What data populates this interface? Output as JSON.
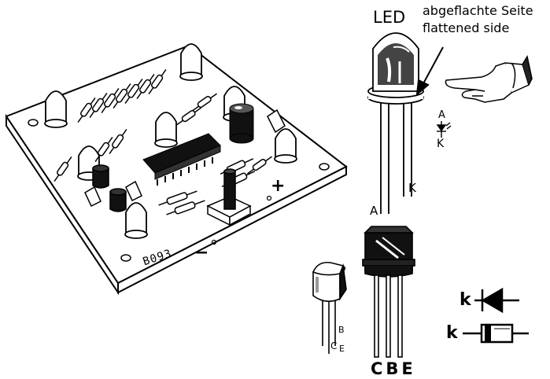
{
  "led": {
    "title": "LED",
    "side_de": "abgeflachte Seite",
    "side_en": "flattened side",
    "pin_a": "A",
    "pin_k": "K"
  },
  "led_symbol": {
    "anode": "A",
    "cathode": "K"
  },
  "pcb": {
    "code": "B093",
    "plus": "+",
    "minus": "−"
  },
  "transistor_small": {
    "c": "C",
    "b": "B",
    "e": "E"
  },
  "transistor_large": {
    "pins": "CBE"
  },
  "diode": {
    "k1": "k",
    "k2": "k"
  }
}
